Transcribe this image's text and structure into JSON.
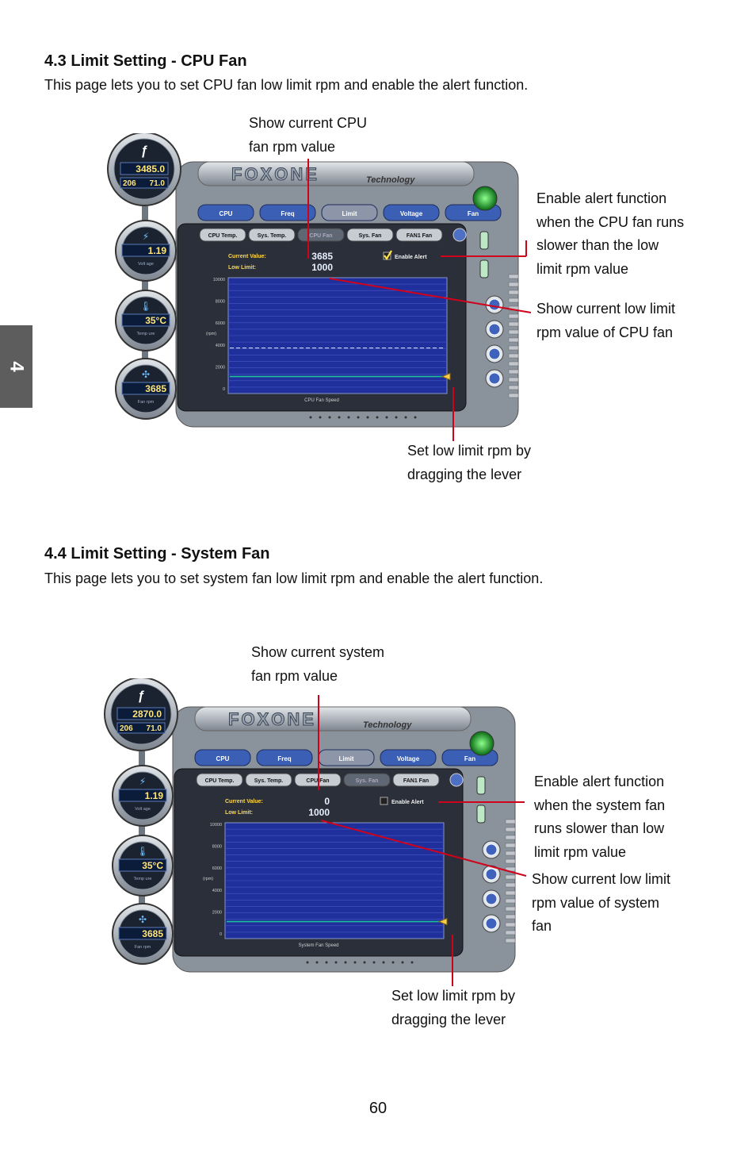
{
  "chapter_tab": "4",
  "sections": [
    {
      "heading": "4.3 Limit Setting - CPU Fan",
      "intro": "This page lets you to set CPU fan low limit rpm and enable the alert function.",
      "callouts": {
        "current_rpm": [
          "Show current CPU",
          "fan rpm value"
        ],
        "enable_alert": [
          "Enable alert function",
          "when the CPU fan runs",
          "slower than the low",
          "limit rpm value"
        ],
        "low_limit": [
          "Show current low limit",
          "rpm value of CPU fan"
        ],
        "lever": [
          "Set low limit rpm by",
          "dragging the lever"
        ]
      },
      "ui": {
        "brand": "FOXONE",
        "brand_sub": "Technology",
        "nav_tabs": [
          "CPU",
          "Freq",
          "Limit",
          "Voltage",
          "Fan"
        ],
        "sub_tabs": [
          "CPU Temp.",
          "Sys. Temp.",
          "CPU Fan",
          "Sys. Fan",
          "FAN1 Fan"
        ],
        "active_sub_tab": 2,
        "current_value_label": "Current Value:",
        "low_limit_label": "Low Limit:",
        "current_value": "3685",
        "low_limit": "1000",
        "enable_alert_label": "Enable Alert",
        "alert_checked": true,
        "graph_caption": "CPU Fan Speed",
        "y_unit": "(rpm)",
        "y_ticks": [
          "10000",
          "8000",
          "6000",
          "4000",
          "2000",
          "0"
        ],
        "gauges": [
          "3485.0",
          "1.19",
          "35°C",
          "3685"
        ],
        "gauge_small": [
          "206",
          "71.0"
        ],
        "gauge_labels": [
          "Volt age",
          "Temp ure",
          "Fan rpm"
        ]
      }
    },
    {
      "heading": "4.4 Limit Setting - System Fan",
      "intro": "This page lets you to set system fan low limit rpm and enable the alert function.",
      "callouts": {
        "current_rpm": [
          "Show current system",
          "fan rpm value"
        ],
        "enable_alert": [
          "Enable alert function",
          "when the system fan",
          "runs slower than low",
          "limit rpm value"
        ],
        "low_limit": [
          "Show current low limit",
          "rpm value of system",
          "fan"
        ],
        "lever": [
          "Set low limit rpm by",
          "dragging the lever"
        ]
      },
      "ui": {
        "brand": "FOXONE",
        "brand_sub": "Technology",
        "nav_tabs": [
          "CPU",
          "Freq",
          "Limit",
          "Voltage",
          "Fan"
        ],
        "sub_tabs": [
          "CPU Temp.",
          "Sys. Temp.",
          "CPU Fan",
          "Sys. Fan",
          "FAN1 Fan"
        ],
        "active_sub_tab": 3,
        "current_value_label": "Current Value:",
        "low_limit_label": "Low Limit:",
        "current_value": "0",
        "low_limit": "1000",
        "enable_alert_label": "Enable Alert",
        "alert_checked": false,
        "graph_caption": "System Fan Speed",
        "y_unit": "(rpm)",
        "y_ticks": [
          "10000",
          "8000",
          "6000",
          "4000",
          "2000",
          "0"
        ],
        "gauges": [
          "2870.0",
          "1.19",
          "35°C",
          "3685"
        ],
        "gauge_small": [
          "206",
          "71.0"
        ],
        "gauge_labels": [
          "Volt age",
          "Temp ure",
          "Fan rpm"
        ]
      }
    }
  ],
  "page_number": "60",
  "colors": {
    "callout_line": "#d0021b",
    "graph_bg": "#1f2f9c",
    "grid_line": "#4758c8",
    "limit_line": "#1fbf9a",
    "trace_line": "#dfe6ff",
    "panel_dark": "#2a2f3a",
    "panel_metal": "#8a929c",
    "lcd_bg": "#0b1c3a",
    "lcd_text": "#ffe57a",
    "tab_blue": "#3b5fb5"
  }
}
